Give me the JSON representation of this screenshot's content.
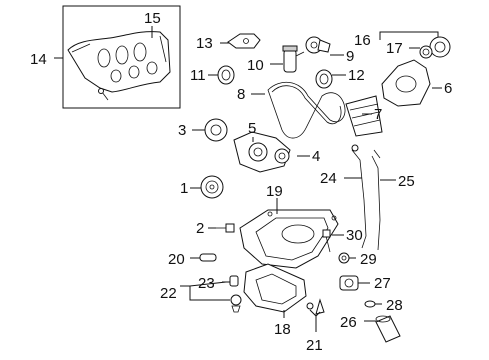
{
  "diagram": {
    "callouts": {
      "c1": "1",
      "c2": "2",
      "c3": "3",
      "c4": "4",
      "c5": "5",
      "c6": "6",
      "c7": "7",
      "c8": "8",
      "c9": "9",
      "c10": "10",
      "c11": "11",
      "c12": "12",
      "c13": "13",
      "c14": "14",
      "c15": "15",
      "c16": "16",
      "c17": "17",
      "c18": "18",
      "c19": "19",
      "c20": "20",
      "c21": "21",
      "c22": "22",
      "c23": "23",
      "c24": "24",
      "c25": "25",
      "c26": "26",
      "c27": "27",
      "c28": "28",
      "c29": "29",
      "c30": "30"
    }
  }
}
